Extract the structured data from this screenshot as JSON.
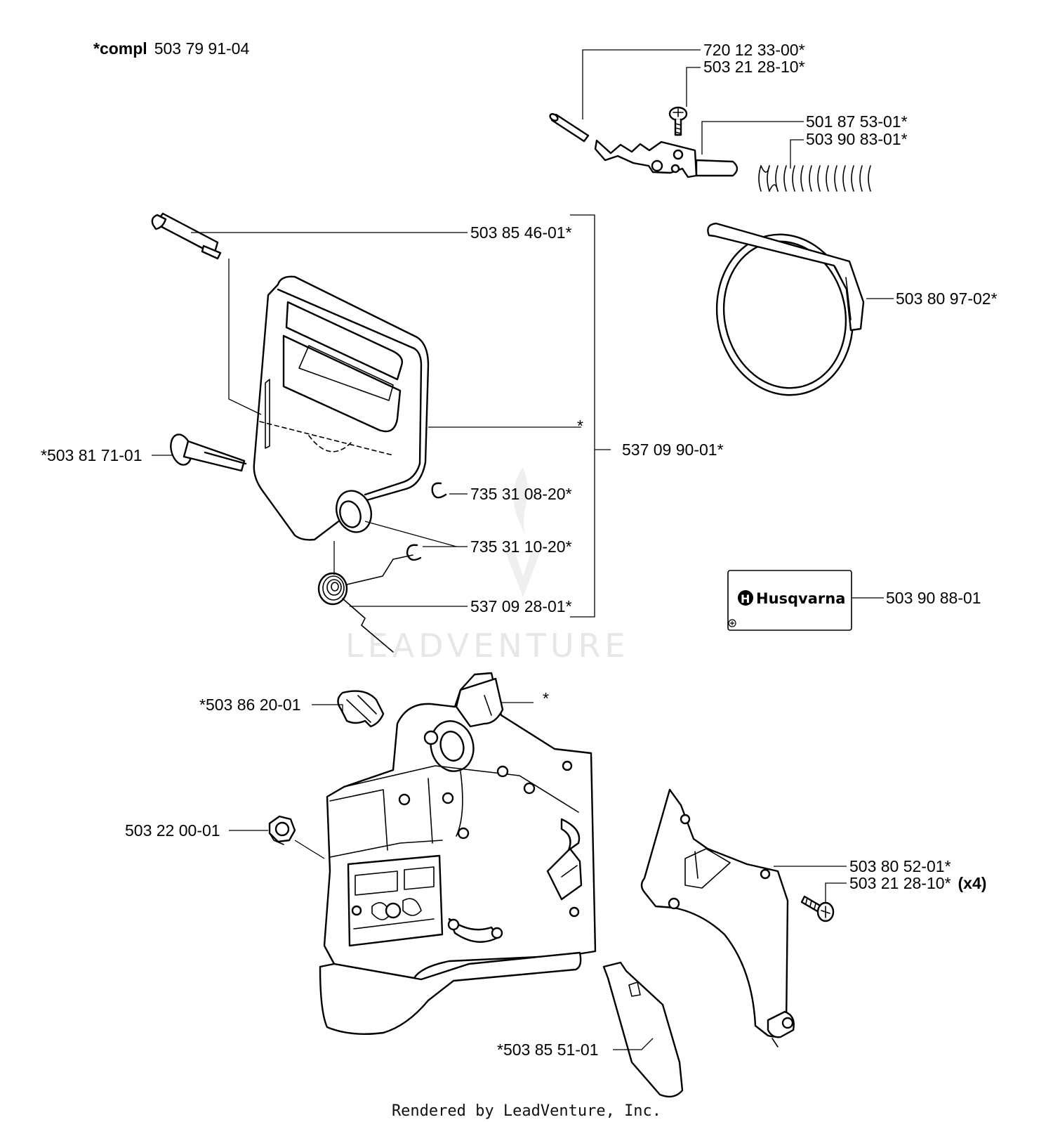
{
  "header": {
    "compl_prefix": "*compl",
    "compl_number": "503 79 91-04"
  },
  "labels": {
    "l_720_12_33_00": "720 12 33-00*",
    "l_503_21_28_10_top": "503 21 28-10*",
    "l_501_87_53_01": "501 87 53-01*",
    "l_503_90_83_01": "503 90 83-01*",
    "l_503_85_46_01": "503 85 46-01*",
    "l_503_80_97_02": "503 80 97-02*",
    "l_star_cover": "*",
    "l_537_09_90_01": "537 09 90-01*",
    "l_503_81_71_01": "*503 81 71-01",
    "l_735_31_08_20": "735 31 08-20*",
    "l_735_31_10_20": "735 31 10-20*",
    "l_537_09_28_01": "537 09 28-01*",
    "l_503_90_88_01": "503 90 88-01",
    "l_503_86_20_01": "*503 86 20-01",
    "l_star_bracket": "*",
    "l_503_22_00_01": "503 22 00-01",
    "l_503_80_52_01": "503 80 52-01*",
    "l_503_21_28_10_bottom": "503 21 28-10*",
    "l_x4": "(x4)",
    "l_503_85_51_01": "*503 85 51-01"
  },
  "decal": {
    "brand": "Husqvarna"
  },
  "watermark": {
    "text": "LEADVENTURE"
  },
  "footer": {
    "text": "Rendered by LeadVenture, Inc."
  }
}
